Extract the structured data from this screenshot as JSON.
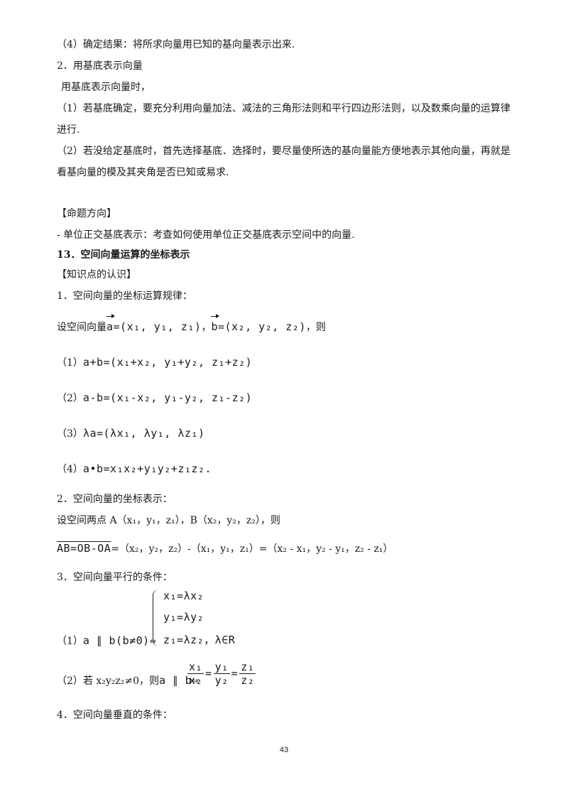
{
  "lines": {
    "l1": "（4）确定结果：将所求向量用已知的基向量表示出来.",
    "l2": "2．用基底表示向量",
    "l3": "用基底表示向量时，",
    "l4": "（1）若基底确定，要充分利用向量加法、减法的三角形法则和平行四边形法则，以及数乘向量的运算律",
    "l5": "进行.",
    "l6": "（2）若没给定基底时，首先选择基底．选择时，要尽量使所选的基向量能方便地表示其他向量，再就是",
    "l7": "看基向量的模及其夹角是否已知或易求.",
    "l8": "【命题方向】",
    "l9": "- 单位正交基底表示：考查如何使用单位正交基底表示空间中的向量.",
    "l10": "13．空间向量运算的坐标表示",
    "l11": "【知识点的认识】",
    "l12": "1．空间向量的坐标运算规律：",
    "l13_prefix": "设空间向量",
    "l13_a": "a",
    "l13_a_val": "=(x₁, y₁, z₁)",
    "l13_b": "b",
    "l13_b_val": "=(x₂, y₂, z₂)",
    "l13_suffix": "，则",
    "f1_label": "（1）",
    "f1": "a+b=(x₁+x₂, y₁+y₂, z₁+z₂)",
    "f2_label": "（2）",
    "f2": "a-b=(x₁-x₂, y₁-y₂, z₁-z₂)",
    "f3_label": "（3）",
    "f3": "λa=(λx₁, λy₁, λz₁)",
    "f4_label": "（4）",
    "f4": "a•b=x₁x₂+y₁y₂+z₁z₂.",
    "l14": "2．空间向量的坐标表示：",
    "l15": "设空间两点 A（x₁，y₁，z₁），B（x₂，y₂，z₂），则",
    "l16_vec": "AB=OB-OA",
    "l16_rest": "=（x₂，y₂，z₂）-（x₁，y₁，z₁）=（x₂ - x₁，y₂ - y₁，z₂ - z₁）",
    "l17": "3．空间向量平行的条件：",
    "sys1": "x₁=λx₂",
    "sys2": "y₁=λy₂",
    "sys3": "z₁=λz₂，λ∈R",
    "p1_label": "（1）",
    "p1_vec": "a ∥ b(b≠0)⇔",
    "p2_label": "（2）若 x₂y₂z₂≠0，则",
    "p2_vec": "a ∥ b⇔",
    "frac1_num": "x₁",
    "frac1_den": "x₂",
    "frac2_num": "y₁",
    "frac2_den": "y₂",
    "frac3_num": "z₁",
    "frac3_den": "z₂",
    "l18": "4．空间向量垂直的条件：",
    "page_number": "43"
  }
}
